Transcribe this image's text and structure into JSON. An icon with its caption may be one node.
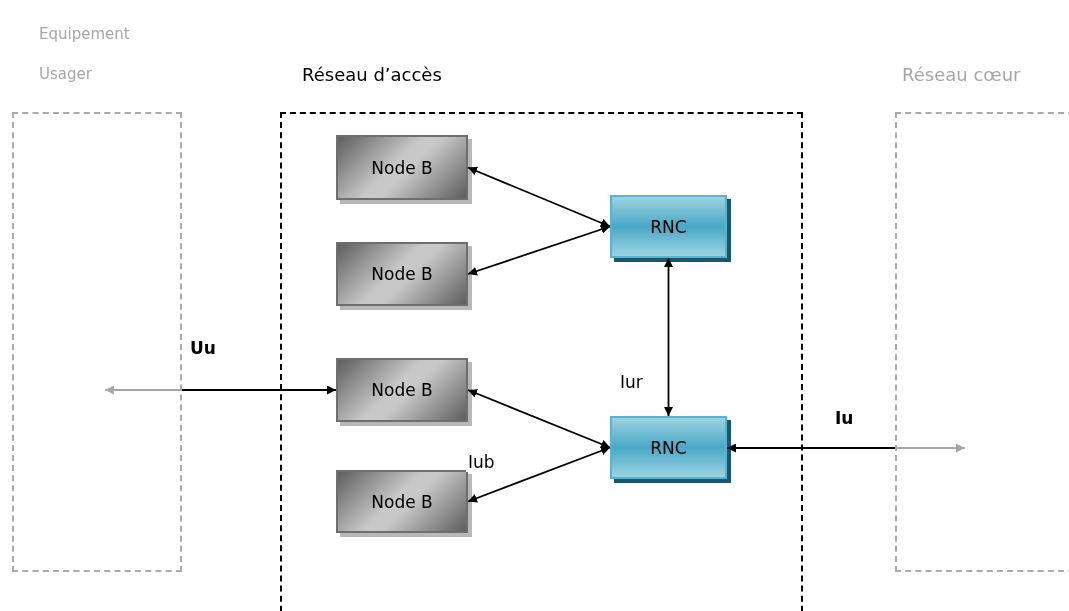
{
  "diagram": {
    "nodes": [
      {
        "text": [
          "Equipement Usager"
        ]
      },
      {
        "text": [
          "Réseau d’accès"
        ]
      },
      {
        "text": [
          "Node B"
        ],
        "in": 1
      },
      {
        "text": [
          "Node B"
        ],
        "in": 1
      },
      {
        "text": [
          "Node B"
        ],
        "in": 1
      },
      {
        "text": [
          "Node B"
        ],
        "in": 1
      },
      {
        "text": [
          "RNC"
        ],
        "in": 1
      },
      {
        "text": [
          "RNC"
        ],
        "in": 1
      },
      {
        "text": [
          "Réseau cœur"
        ]
      }
    ],
    "edges": [
      {
        "from": 2,
        "to": 6,
        "arrow": "both"
      },
      {
        "from": 3,
        "to": 6,
        "arrow": "both"
      },
      {
        "from": 6,
        "to": 7,
        "arrow": "both",
        "label": "Iur"
      },
      {
        "from": 4,
        "to": 7,
        "arrow": "both"
      },
      {
        "from": 5,
        "to": 7,
        "arrow": "both",
        "label": "Iub"
      },
      {
        "from": 0,
        "to": 4,
        "arrow": "both",
        "label": "Uu"
      },
      {
        "from": 7,
        "to": 8,
        "arrow": "both",
        "label": "Iu"
      }
    ]
  }
}
